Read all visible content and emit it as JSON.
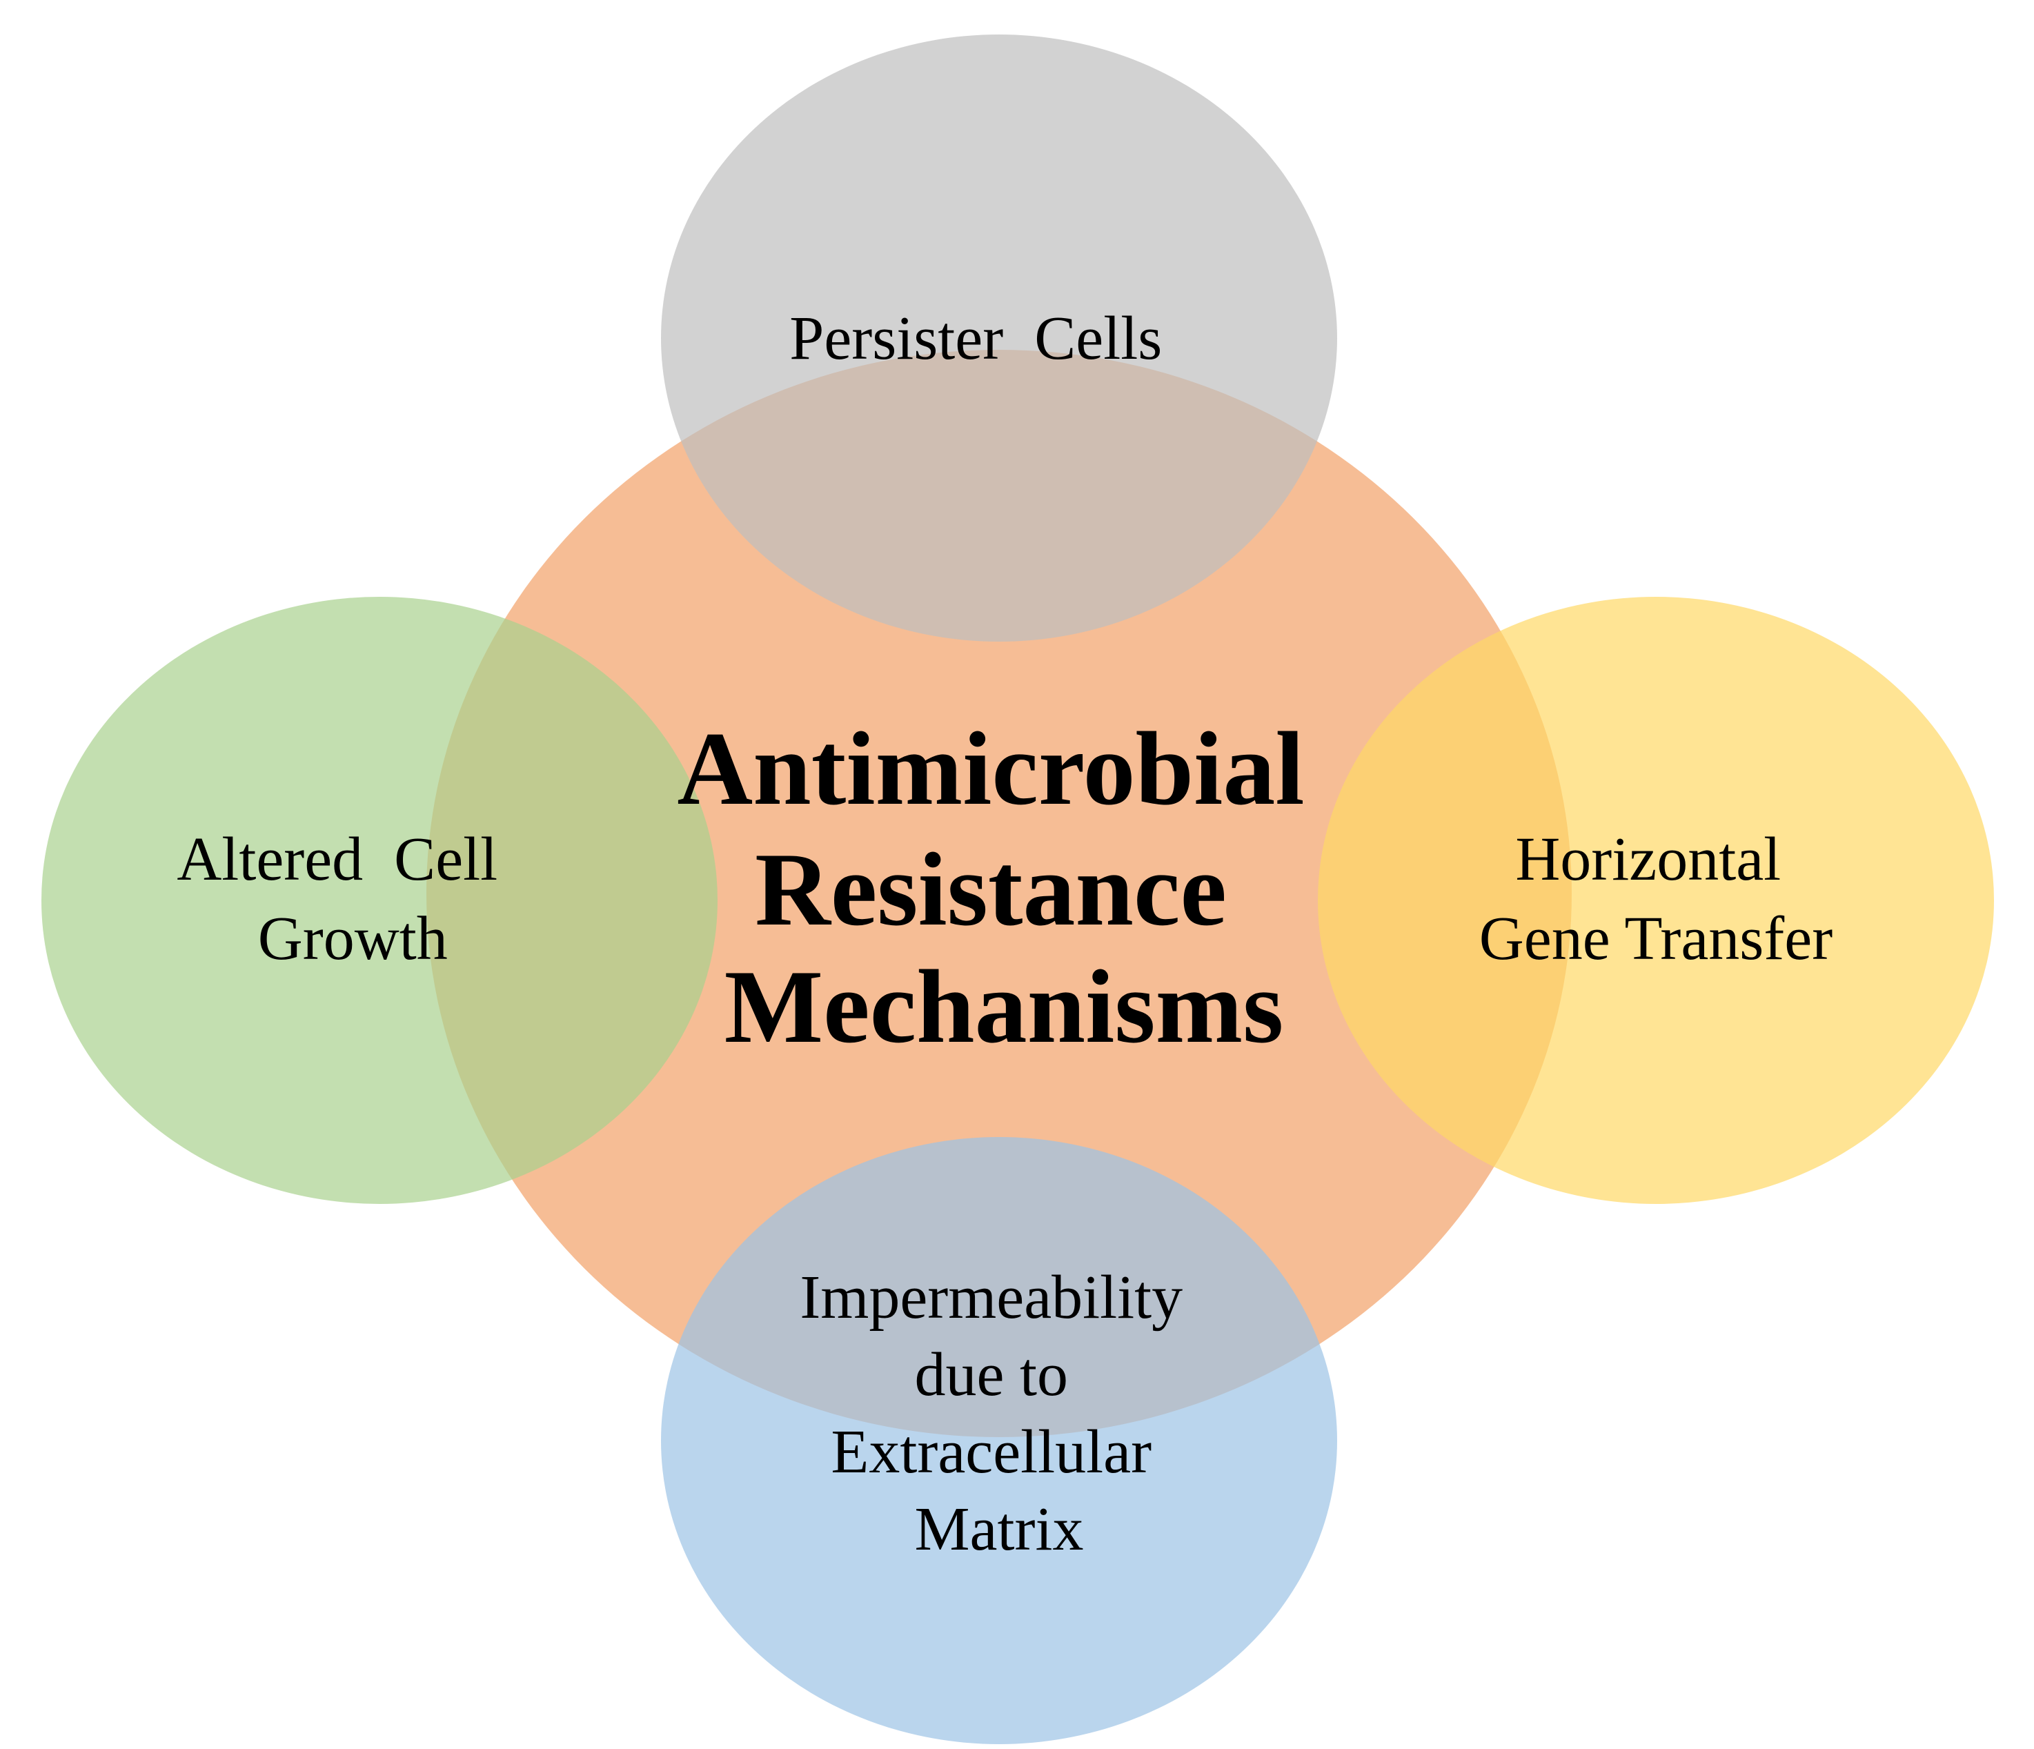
{
  "center": {
    "lines": [
      "Antimicrobial",
      "Resistance",
      "Mechanisms"
    ],
    "color": "#F4B183"
  },
  "satellites": [
    {
      "id": "persister-cells",
      "lines": [
        "Persister  Cells"
      ],
      "color": "#BFBFBF"
    },
    {
      "id": "altered-cell-growth",
      "lines": [
        "Altered  Cell",
        "Growth"
      ],
      "color": "#A9D18E"
    },
    {
      "id": "horizontal-gene-transfer",
      "lines": [
        "Horizontal",
        "Gene Transfer"
      ],
      "color": "#FFD966"
    },
    {
      "id": "impermeability",
      "lines": [
        "Impermeability",
        "due to",
        "Extracellular",
        "Matrix"
      ],
      "color": "#9DC3E6"
    }
  ]
}
